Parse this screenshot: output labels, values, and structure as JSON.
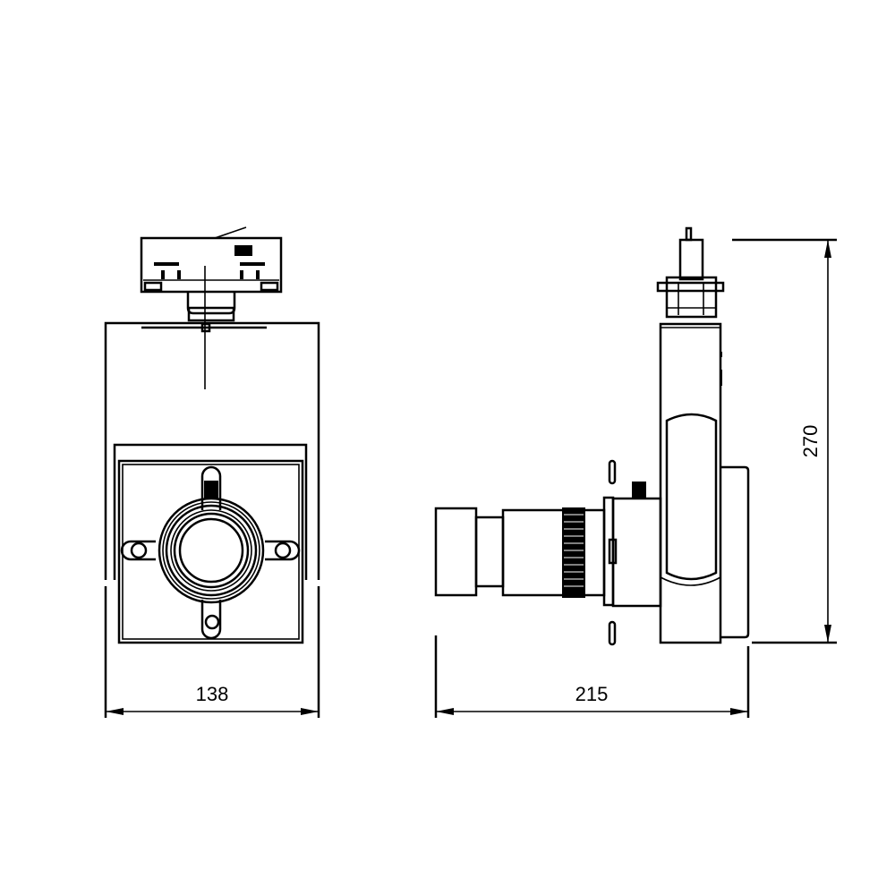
{
  "drawing": {
    "front_view": {
      "width_dimension": "138"
    },
    "side_view": {
      "depth_dimension": "215",
      "height_dimension": "270"
    }
  },
  "colors": {
    "line": "#000000",
    "background": "#ffffff"
  }
}
